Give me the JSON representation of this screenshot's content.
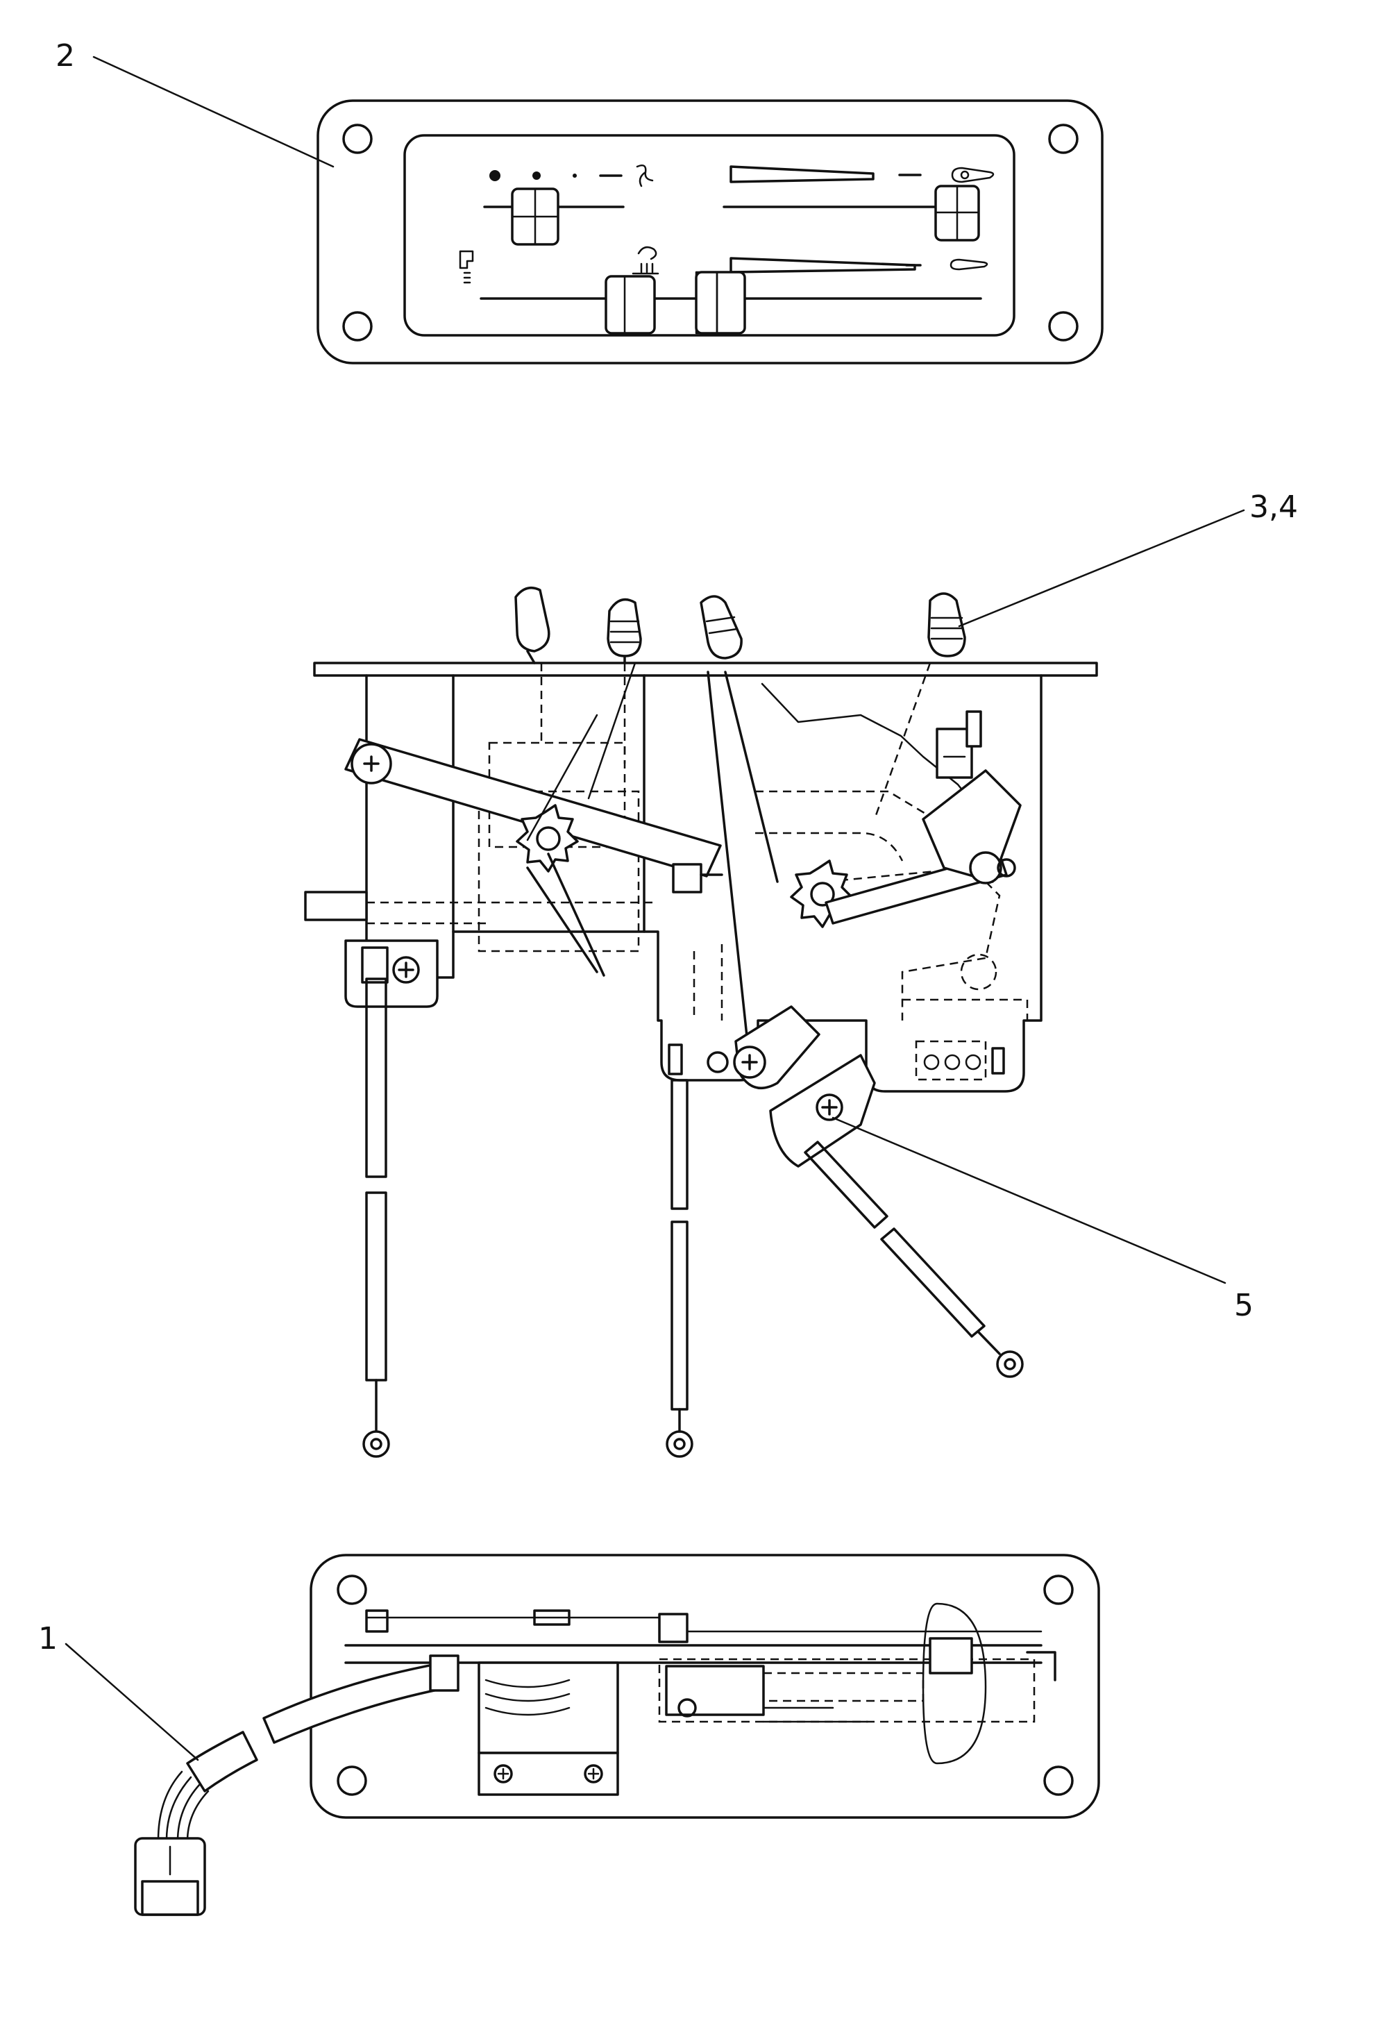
{
  "callouts": [
    {
      "id": "c2",
      "label": "2"
    },
    {
      "id": "c34",
      "label": "3,4"
    },
    {
      "id": "c5",
      "label": "5"
    },
    {
      "id": "c1",
      "label": "1"
    }
  ],
  "icons": {
    "fan": "fan-icon",
    "temperature": "temperature-icon",
    "airflow": "airflow-mode-icon",
    "defrost": "defrost-icon"
  },
  "colors": {
    "ink": "#111111",
    "paper": "#ffffff"
  }
}
